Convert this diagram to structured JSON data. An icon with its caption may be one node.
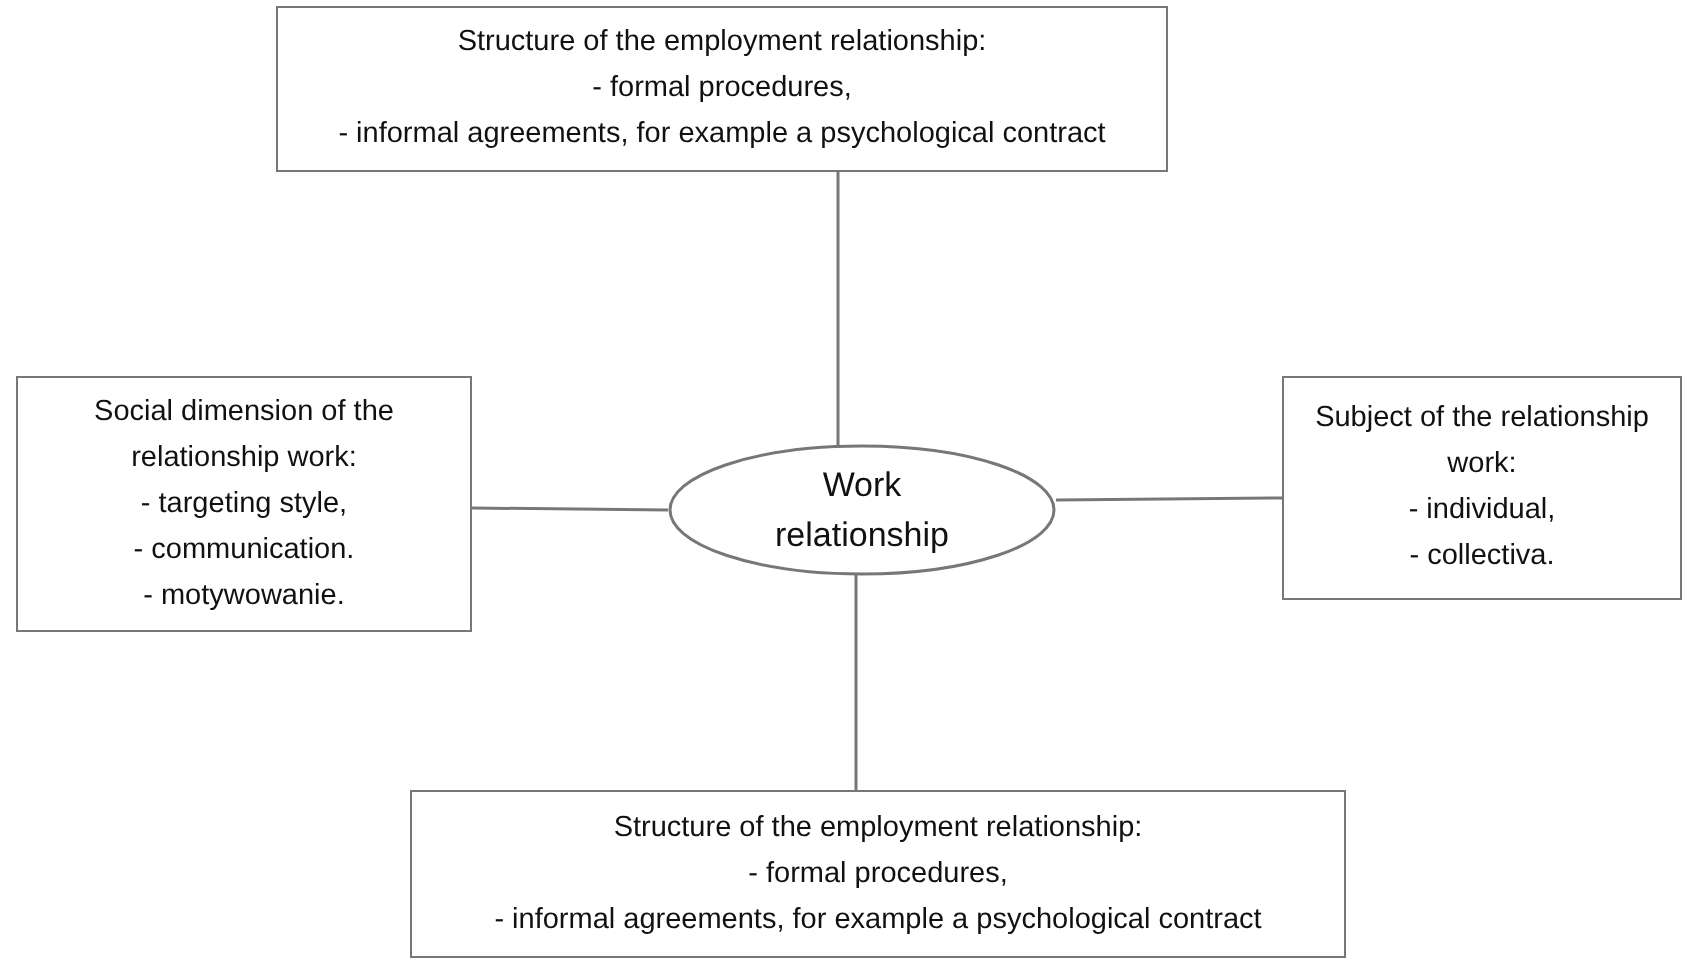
{
  "diagram": {
    "nodes": [
      {
        "text": [
          "Structure of the employment relationship:",
          "- formal procedures,",
          "- informal agreements, for example a psychological contract"
        ]
      },
      {
        "text": [
          "Social dimension of the relationship work:",
          "- targeting style,",
          "- communication.",
          "- motywowanie."
        ]
      },
      {
        "text": [
          "Work relationship"
        ]
      },
      {
        "text": [
          "Subject of the relationship work:",
          "- individual,",
          "- collectiva."
        ]
      },
      {
        "text": [
          "Structure of the employment relationship:",
          "- formal procedures,",
          "- informal agreements, for example a psychological contract"
        ]
      }
    ],
    "edges": [
      {
        "from": 2,
        "to": 0,
        "arrow": "none"
      },
      {
        "from": 2,
        "to": 1,
        "arrow": "none"
      },
      {
        "from": 2,
        "to": 3,
        "arrow": "none"
      },
      {
        "from": 2,
        "to": 4,
        "arrow": "none"
      }
    ]
  }
}
